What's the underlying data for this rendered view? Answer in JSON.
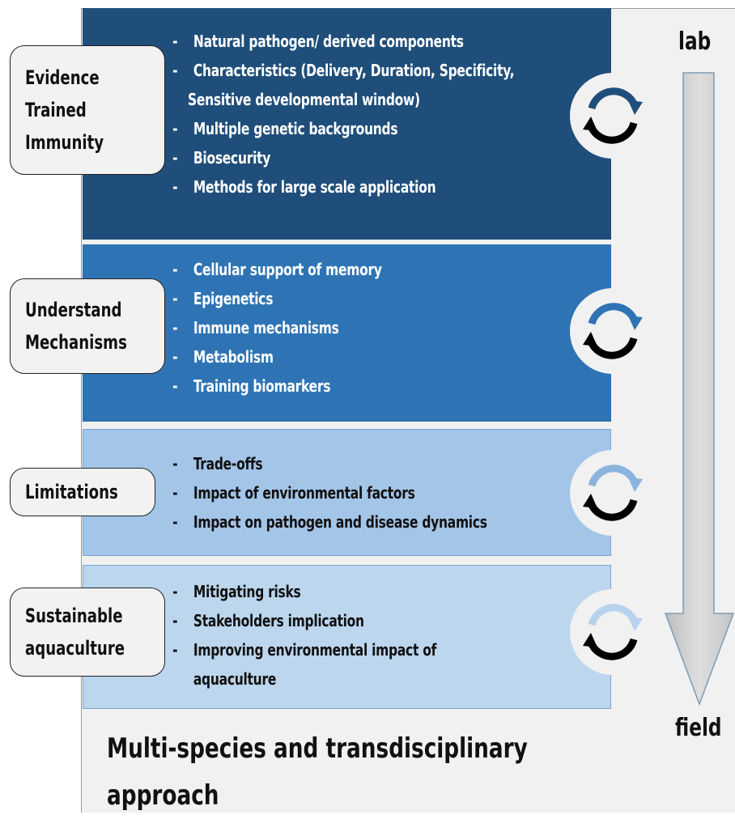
{
  "bands": [
    {
      "id": "evidence",
      "label": "Evidence\nTrained\nImmunity",
      "items": [
        "Natural pathogen/ derived  components",
        "Characteristics (Delivery, Duration, Specificity,",
        "Multiple genetic backgrounds",
        "Biosecurity",
        "Methods for large scale application"
      ],
      "item_continuation": "Sensitive developmental window)",
      "color": "#1f4e7a"
    },
    {
      "id": "mechanisms",
      "label": "Understand\nMechanisms",
      "items": [
        "Cellular support of memory",
        "Epigenetics",
        "Immune mechanisms",
        "Metabolism",
        "Training biomarkers"
      ],
      "color": "#2e74b5"
    },
    {
      "id": "limitations",
      "label": "Limitations",
      "items": [
        "Trade-offs",
        "Impact of environmental factors",
        "Impact on pathogen and disease dynamics"
      ],
      "color": "#a3c5e8"
    },
    {
      "id": "sustainable",
      "label": "Sustainable\naquaculture",
      "items": [
        "Mitigating risks",
        "Stakeholders implication",
        "Improving environmental impact of",
        "aquaculture"
      ],
      "color": "#bcd6ee"
    }
  ],
  "scale": {
    "top_label": "lab",
    "bottom_label": "field"
  },
  "footer": "Multi-species and transdisciplinary approach",
  "icons": {
    "cycle": "refresh-cycle-icon",
    "arrow": "down-arrow-icon"
  },
  "colors": {
    "dark_navy": "#1f4e7a",
    "medium_blue": "#2e74b5",
    "light_blue": "#a3c5e8",
    "pale_blue": "#bcd6ee",
    "cycle_arrow_top_1": "#1f4e7a",
    "cycle_arrow_top_2": "#2e74b5",
    "cycle_arrow_top_3": "#8ab4de",
    "cycle_arrow_top_4": "#b7d2ec"
  }
}
